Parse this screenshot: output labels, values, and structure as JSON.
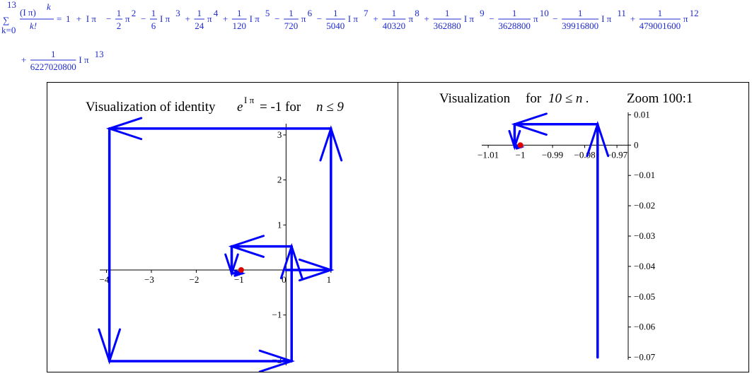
{
  "expression": {
    "sum_upper": "13",
    "sum_lower": "k=0",
    "sum_symbol": "∑",
    "summand_numerator": "(I π)",
    "summand_exponent": "k",
    "summand_denominator": "k!",
    "equals": "=",
    "terms": [
      {
        "sign": "",
        "coef_num": "",
        "coef_den": "",
        "factor": "1",
        "power": ""
      },
      {
        "sign": "+",
        "coef_num": "",
        "coef_den": "",
        "factor": "I π",
        "power": ""
      },
      {
        "sign": "−",
        "coef_num": "1",
        "coef_den": "2",
        "factor": "π",
        "power": "2"
      },
      {
        "sign": "−",
        "coef_num": "1",
        "coef_den": "6",
        "factor": "I π",
        "power": "3"
      },
      {
        "sign": "+",
        "coef_num": "1",
        "coef_den": "24",
        "factor": "π",
        "power": "4"
      },
      {
        "sign": "+",
        "coef_num": "1",
        "coef_den": "120",
        "factor": "I π",
        "power": "5"
      },
      {
        "sign": "−",
        "coef_num": "1",
        "coef_den": "720",
        "factor": "π",
        "power": "6"
      },
      {
        "sign": "−",
        "coef_num": "1",
        "coef_den": "5040",
        "factor": "I π",
        "power": "7"
      },
      {
        "sign": "+",
        "coef_num": "1",
        "coef_den": "40320",
        "factor": "π",
        "power": "8"
      },
      {
        "sign": "+",
        "coef_num": "1",
        "coef_den": "362880",
        "factor": "I π",
        "power": "9"
      },
      {
        "sign": "−",
        "coef_num": "1",
        "coef_den": "3628800",
        "factor": "π",
        "power": "10"
      },
      {
        "sign": "−",
        "coef_num": "1",
        "coef_den": "39916800",
        "factor": "I π",
        "power": "11"
      },
      {
        "sign": "+",
        "coef_num": "1",
        "coef_den": "479001600",
        "factor": "π",
        "power": "12"
      },
      {
        "sign": "+",
        "coef_num": "1",
        "coef_den": "6227020800",
        "factor": "I π",
        "power": "13"
      }
    ]
  },
  "plot_left": {
    "title_prefix": "Visualization of  identity",
    "title_base": "e",
    "title_exponent": "I π",
    "title_suffix": "= -1  for",
    "title_condition": "n ≤ 9",
    "xlim": [
      -4.15,
      1.05
    ],
    "ylim": [
      -2.12,
      3.25
    ],
    "x_ticks": [
      {
        "v": -4,
        "label": "−4"
      },
      {
        "v": -3,
        "label": "−3"
      },
      {
        "v": -2,
        "label": "−2"
      },
      {
        "v": -1,
        "label": "−1"
      },
      {
        "v": 0,
        "label": "0"
      },
      {
        "v": 1,
        "label": "1"
      }
    ],
    "y_ticks": [
      {
        "v": -2,
        "label": "−2"
      },
      {
        "v": -1,
        "label": "−1"
      },
      {
        "v": 1,
        "label": "1"
      },
      {
        "v": 2,
        "label": "2"
      },
      {
        "v": 3,
        "label": "3"
      }
    ],
    "points": [
      [
        0,
        0
      ],
      [
        1,
        0
      ],
      [
        1,
        3.1416
      ],
      [
        -3.9348,
        3.1416
      ],
      [
        -3.9348,
        -2.0261
      ],
      [
        0.1239,
        -2.0261
      ],
      [
        0.1239,
        0.524
      ],
      [
        -1.2113,
        0.524
      ],
      [
        -1.2113,
        -0.0752
      ],
      [
        -0.976,
        -0.0752
      ]
    ],
    "target": [
      -1,
      0
    ],
    "color": "#0000ff",
    "target_color": "#e00000"
  },
  "plot_right": {
    "title_prefix": "Visualization",
    "title_for": "for",
    "title_condition": "10 ≤ n .",
    "title_zoom": "Zoom 100:1",
    "xlim": [
      -1.012,
      -0.9665
    ],
    "ylim": [
      -0.0708,
      0.0108
    ],
    "x_ticks": [
      {
        "v": -1.01,
        "label": "−1.01"
      },
      {
        "v": -1,
        "label": "−1"
      },
      {
        "v": -0.99,
        "label": "−0.99"
      },
      {
        "v": -0.98,
        "label": "−0.98"
      },
      {
        "v": -0.97,
        "label": "−0.97"
      }
    ],
    "y_ticks": [
      {
        "v": 0.01,
        "label": "0.01"
      },
      {
        "v": 0,
        "label": "0"
      },
      {
        "v": -0.01,
        "label": "−0.01"
      },
      {
        "v": -0.02,
        "label": "−0.02"
      },
      {
        "v": -0.03,
        "label": "−0.03"
      },
      {
        "v": -0.04,
        "label": "−0.04"
      },
      {
        "v": -0.05,
        "label": "−0.05"
      },
      {
        "v": -0.06,
        "label": "−0.06"
      },
      {
        "v": -0.07,
        "label": "−0.07"
      }
    ],
    "points": [
      [
        -0.976,
        -0.07
      ],
      [
        -0.976,
        0.0069
      ],
      [
        -1.0018,
        0.0069
      ],
      [
        -1.0018,
        -0.0006
      ],
      [
        -0.9997,
        -0.0006
      ]
    ],
    "target": [
      -1,
      0
    ],
    "color": "#0000ff",
    "target_color": "#e00000"
  }
}
